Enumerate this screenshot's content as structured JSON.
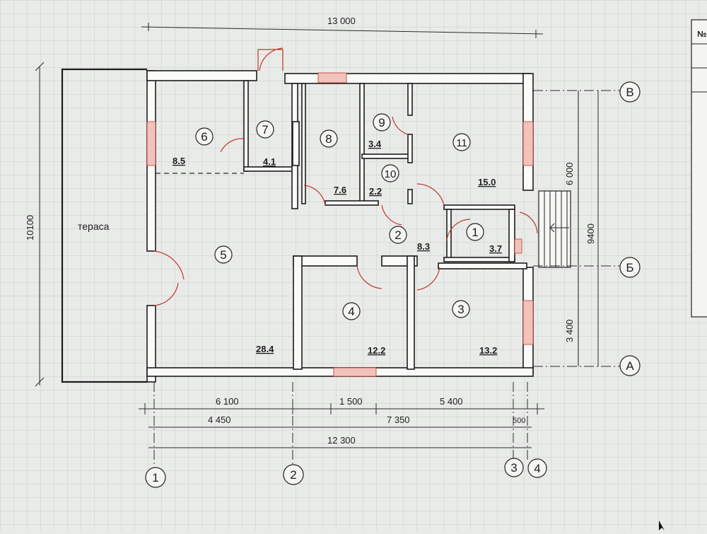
{
  "plan": {
    "terrace_label": "тераса",
    "rooms": [
      {
        "num": "1",
        "area": "3.7"
      },
      {
        "num": "2",
        "area": "8.3"
      },
      {
        "num": "3",
        "area": "13.2"
      },
      {
        "num": "4",
        "area": "12.2"
      },
      {
        "num": "5",
        "area": "28.4"
      },
      {
        "num": "6",
        "area": "8.5"
      },
      {
        "num": "7",
        "area": "4.1"
      },
      {
        "num": "8",
        "area": "7.6"
      },
      {
        "num": "9",
        "area": "3.4"
      },
      {
        "num": "10",
        "area": "2.2"
      },
      {
        "num": "11",
        "area": "15.0"
      }
    ],
    "dimensions": {
      "top_total": "13 000",
      "left_total": "10100",
      "right_upper": "6 000",
      "right_total": "9400",
      "right_lower": "3 400",
      "bottom_row1": [
        "6 100",
        "1 500",
        "5 400"
      ],
      "bottom_row2": [
        "4 450",
        "7 350",
        "500"
      ],
      "bottom_total": "12 300"
    },
    "axes": {
      "vertical": [
        "1",
        "2",
        "3",
        "4"
      ],
      "horizontal": [
        "В",
        "Б",
        "А"
      ]
    },
    "side_table_header": "№"
  }
}
